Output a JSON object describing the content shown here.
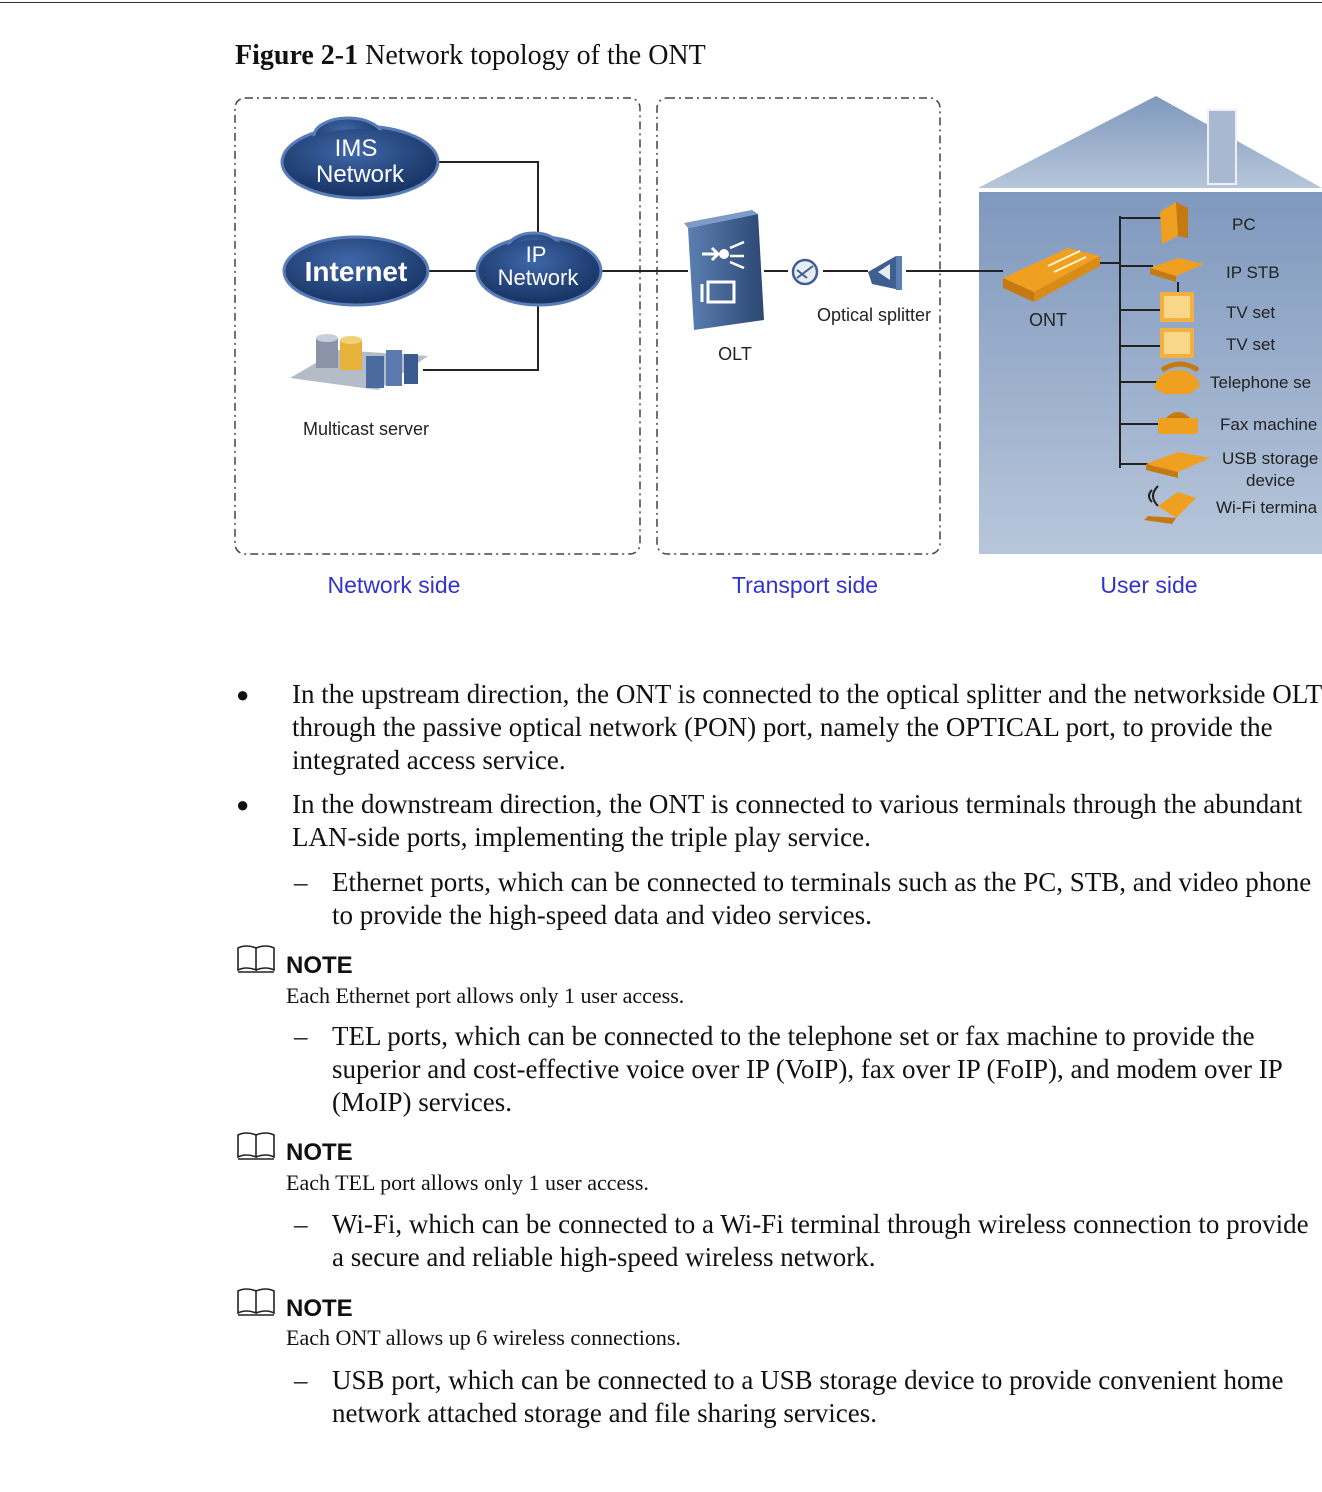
{
  "figure": {
    "label": "Figure 2-1",
    "title": "Network topology of the ONT",
    "nodes": {
      "ims": [
        "IMS",
        "Network"
      ],
      "internet": "Internet",
      "ip": [
        "IP",
        "Network"
      ],
      "multicast": "Multicast server",
      "olt": "OLT",
      "splitter": "Optical splitter",
      "ont": "ONT"
    },
    "terminals": [
      "PC",
      "IP STB",
      "TV set",
      "TV set",
      "Telephone se",
      "Fax machine",
      "USB storage",
      "device",
      "Wi-Fi termina"
    ],
    "sides": {
      "network": "Network side",
      "transport": "Transport side",
      "user": "User side"
    },
    "colors": {
      "cloud": "#1f3f78",
      "side_label": "#3333cc",
      "device_orange": "#f0a020",
      "olt_blue": "#3d5f92",
      "house": "#8fa5c4"
    }
  },
  "bullets": [
    {
      "marker": "●",
      "text": "In the upstream direction, the ONT is connected to the optical splitter and the networkside OLT through the passive optical network (PON) port, namely the OPTICAL port, to provide the integrated access service."
    },
    {
      "marker": "●",
      "text": "In the downstream direction, the ONT is connected to various terminals through the abundant LAN-side ports, implementing the triple play service."
    }
  ],
  "subitems": [
    {
      "marker": "–",
      "text": "Ethernet ports, which can be connected to terminals such as the PC, STB, and video phone to provide the high-speed data and video services."
    },
    {
      "marker": "–",
      "text": "TEL ports, which can be connected to the telephone set or fax machine to provide the superior and cost-effective voice over IP (VoIP), fax over IP (FoIP), and modem over IP (MoIP) services."
    },
    {
      "marker": "–",
      "text": "Wi-Fi, which can be connected to a Wi-Fi terminal through wireless connection to provide a secure and reliable high-speed wireless network."
    },
    {
      "marker": "–",
      "text": "USB port, which can be connected to a USB storage device to provide convenient home network attached storage and file sharing services."
    }
  ],
  "notes": [
    {
      "title": "NOTE",
      "body": "Each Ethernet port allows only 1 user access."
    },
    {
      "title": "NOTE",
      "body": "Each TEL port allows only 1 user access."
    },
    {
      "title": "NOTE",
      "body": "Each ONT allows up 6 wireless connections."
    }
  ]
}
